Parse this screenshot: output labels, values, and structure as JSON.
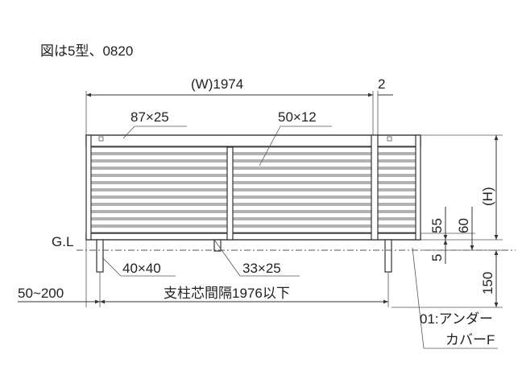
{
  "caption": "図は5型、0820",
  "dimensions": {
    "width": "(W)1974",
    "gap": "2",
    "top_rail": "87×25",
    "slat": "50×12",
    "post": "40×40",
    "bottom_rail": "33×25",
    "height": "(H)",
    "ground_60": "60",
    "ground_55": "55",
    "ground_5": "5",
    "embed_150": "150",
    "offset": "50~200",
    "post_pitch": "支柱芯間隔1976以下",
    "ground_line": "G.L"
  },
  "callout": {
    "line1": "01:アンダー",
    "line2": "カバーF"
  }
}
